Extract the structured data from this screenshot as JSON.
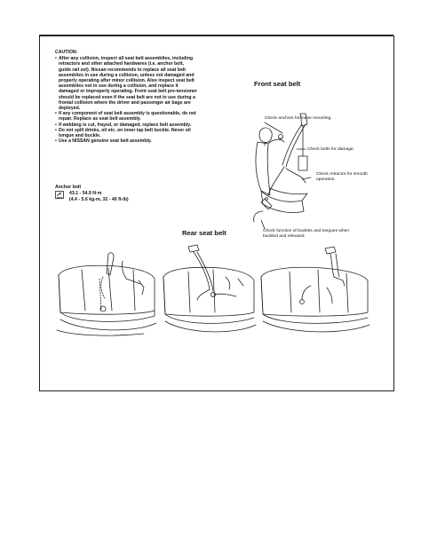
{
  "caution": {
    "title": "CAUTION:",
    "items": [
      "After any collision, inspect all seat belt assemblies, including retractors and other attached hardwares (i.e. anchor bolt, guide rail set). Nissan recommends to replace all seat belt assemblies in use during a collision, unless not damaged and properly operating after minor collision. Also inspect seat belt assemblies not in use during a collision, and replace it damaged or improperly operating. Front seat belt pre-tensioner should be replaced even if the seat belt are not in use during a frontal collision where the driver and passenger air bags are deployed.",
      "If any component of seat belt assembly is questionable, do not repair. Replace as seat belt assembly.",
      "If webbing is cut, frayed, or damaged, replace belt assembly.",
      "Do not spill drinks, oil etc. on inner lap belt buckle. Never oil tongue and buckle.",
      "Use a NISSAN genuine seat belt assembly."
    ]
  },
  "anchor": {
    "title": "Anchor bolt",
    "torque_line1": "43.1 - 54.9 N·m",
    "torque_line2": "(4.4 - 5.6 kg-m, 32 - 40 ft-lb)",
    "icon": "torque-wrench-icon"
  },
  "front": {
    "heading": "Front seat belt",
    "callout_anchors": "Check anchors for loose mounting.",
    "callout_belts": "Check belts for damage.",
    "callout_retractor": "Check retractor for smooth operation.",
    "callout_buckles": "Check function of buckles and tongues when buckled and released."
  },
  "rear": {
    "heading": "Rear seat belt"
  }
}
